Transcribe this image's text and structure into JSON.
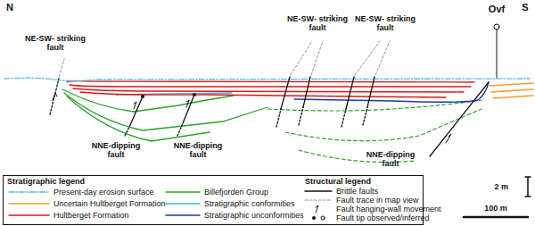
{
  "diagram": {
    "labels": [
      "N",
      "S",
      "NE-SW- striking fault",
      "NE-SW- striking fault",
      "NE-SW- striking fault",
      "Ovf",
      "NNE-dipping fault",
      "NNE-dipping fault",
      "NNE-dipping fault",
      "Stratigraphic legend",
      "Structural legend",
      "2 m",
      "100 m"
    ],
    "legend": [
      {
        "text": "Present-day erosion surface"
      },
      {
        "text": "Uncertain Hultberget Formation"
      },
      {
        "text": "Hultberget Formation"
      },
      {
        "text": "Billefjorden Group"
      },
      {
        "text": "Stratigraphic conformities"
      },
      {
        "text": "Stratigraphic unconformities"
      },
      {
        "text": "Brittle faults"
      },
      {
        "text": "Fault trace in map view"
      },
      {
        "text": "Fault hanging-wall movement"
      },
      {
        "text": "Fault tip observed/inferred"
      }
    ]
  }
}
